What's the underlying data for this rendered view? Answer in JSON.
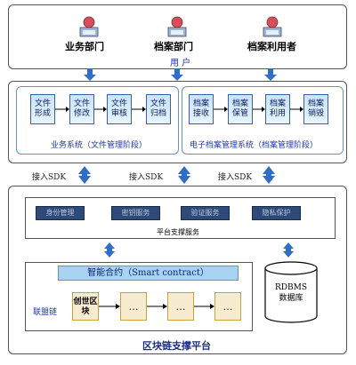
{
  "users": {
    "roles": [
      "业务部门",
      "档案部门",
      "档案利用者"
    ],
    "label": "用 户"
  },
  "business_system": {
    "label": "业务系统（文件管理阶段）",
    "steps": [
      "文件形成",
      "文件修改",
      "文件审核",
      "文件归档"
    ]
  },
  "archive_system": {
    "label": "电子档案管理系统（档案管理阶段）",
    "steps": [
      "档案接收",
      "档案保管",
      "档案利用",
      "档案销毁"
    ]
  },
  "sdk_labels": [
    "接入SDK",
    "接入SDK",
    "接入SDK"
  ],
  "platform": {
    "services": [
      "身份管理",
      "密钥服务",
      "验证服务",
      "隐私保护"
    ],
    "services_label": "平台支撑服务",
    "smart_contract": "智能合约（Smart contract）",
    "consortium_label": "联盟链",
    "genesis_block": "创世区块",
    "chain_blocks": [
      "…",
      "…",
      "…"
    ],
    "database": "RDBMS\n数据库",
    "title": "区块链支撑平台"
  },
  "colors": {
    "accent_blue": "#2e6ec4",
    "service_dark": "#2d4a7a",
    "block_fill": "#f8ecd0",
    "contract_fill": "#a9d3f2"
  }
}
